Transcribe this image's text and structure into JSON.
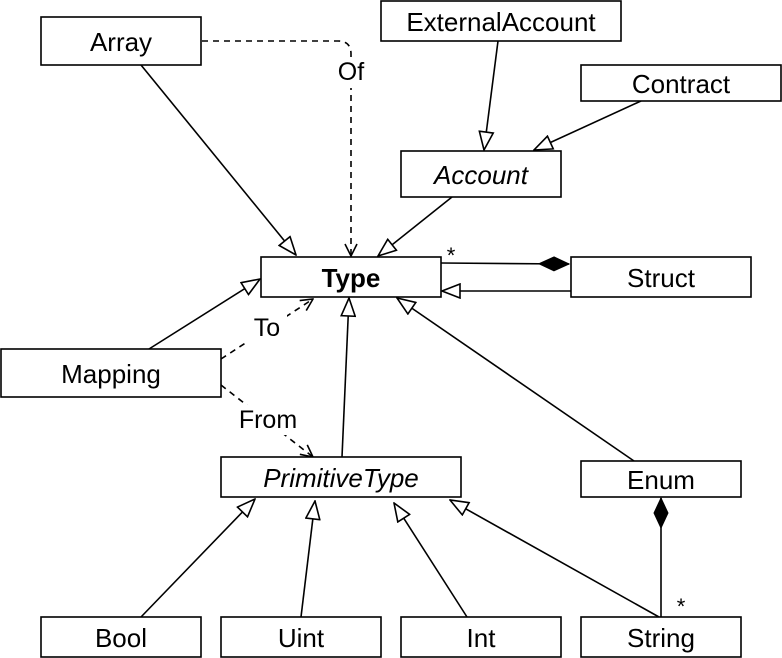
{
  "classes": {
    "array": "Array",
    "external_account": "ExternalAccount",
    "contract": "Contract",
    "account": "Account",
    "type": "Type",
    "struct": "Struct",
    "mapping": "Mapping",
    "primitive_type": "PrimitiveType",
    "enum": "Enum",
    "bool": "Bool",
    "uint": "Uint",
    "int": "Int",
    "string": "String"
  },
  "edge_labels": {
    "of": "Of",
    "to": "To",
    "from": "From"
  },
  "multiplicities": {
    "struct_type": "*",
    "enum_string": "*"
  }
}
